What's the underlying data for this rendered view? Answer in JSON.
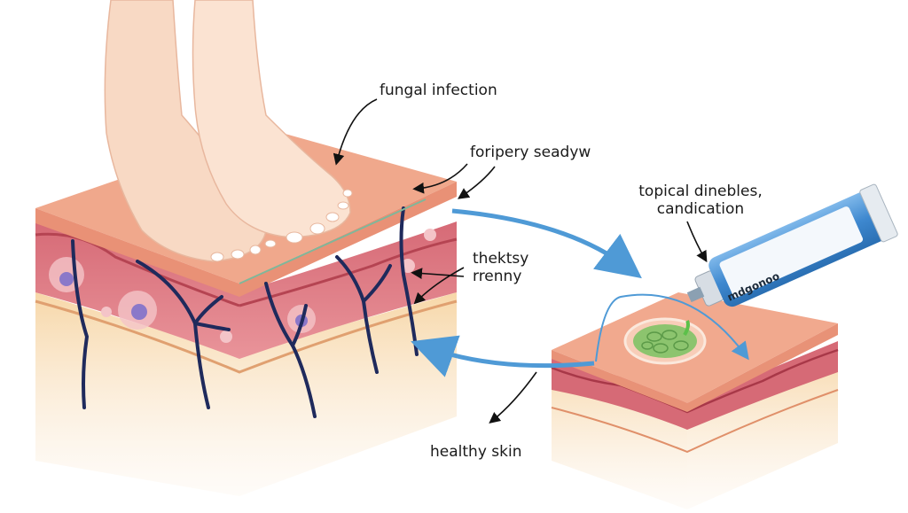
{
  "labels": {
    "fungal_infection": "fungal infection",
    "top_layer": "foripery seadyw",
    "treatment_line1": "topical dinebles,",
    "treatment_line2": "candication",
    "middle_line1": "thektsy",
    "middle_line2": "rrenny",
    "healthy_skin": "healthy skin"
  },
  "tube": {
    "brand": "mdgonoo",
    "color": "#4a90d0"
  },
  "colors": {
    "epidermis": "#f0a88c",
    "dermis": "#d9707a",
    "fat": "#f6d3a2",
    "vein": "#1f2a5c",
    "arrow": "#4f9ad6",
    "infection": "#8cc46e"
  }
}
